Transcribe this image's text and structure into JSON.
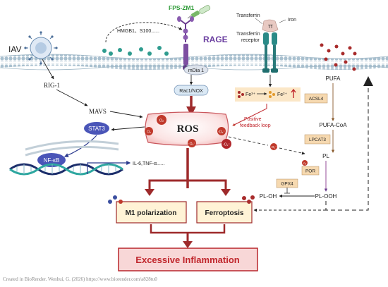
{
  "labels": {
    "iav": "IAV",
    "hmgb1": "HMGB1、S100......",
    "fps_zm1": "FPS-ZM1",
    "rage": "RAGE",
    "mdia1": "mDia 1",
    "rac1": "Rac1/NOX",
    "transferrin": "Transferrin",
    "tf": "Tf",
    "iron": "Iron",
    "transferrin_receptor_1": "Transferrin",
    "transferrin_receptor_2": "receptor",
    "rig1": "RIG-1",
    "mavs": "MAVS",
    "ros": "ROS",
    "stat3": "STAT3",
    "nfkb": "NF-κB",
    "cytokines": "IL-6,TNF-α......",
    "fe3": "Fe³⁺",
    "fe2": "Fe²⁺",
    "positive_feedback_1": "Positive",
    "positive_feedback_2": "feedback loop",
    "pufa": "PUFA",
    "acsl4": "ACSL4",
    "pufa_coa": "PUFA-CoA",
    "lpcat3": "LPCAT3",
    "pl": "PL",
    "por": "POR",
    "gpx4": "GPX4",
    "pl_oh": "PL-OH",
    "pl_ooh": "PL-OOH",
    "m1": "M1 polarization",
    "ferroptosis": "Ferroptosis",
    "excessive": "Excessive Inflammation",
    "o2": "O₂",
    "o2_radical": "·O₂⁻"
  },
  "credit": "Created in BioRender. Wenhui, G. (2026) https://www.biorender.com/a828tu0",
  "colors": {
    "ros_red": "#b8262c",
    "stat_blue": "#4a55b8",
    "rage_purple": "#7d4fa1",
    "membrane": "#9fb7c6",
    "dna_teal": "#2ea7a0",
    "dna_navy": "#1c2e6b",
    "orange_box": "#f6d9b0",
    "cream_box": "#fff3d6",
    "pink_box": "#f8d7d7",
    "fps_green": "#2c9a35"
  }
}
